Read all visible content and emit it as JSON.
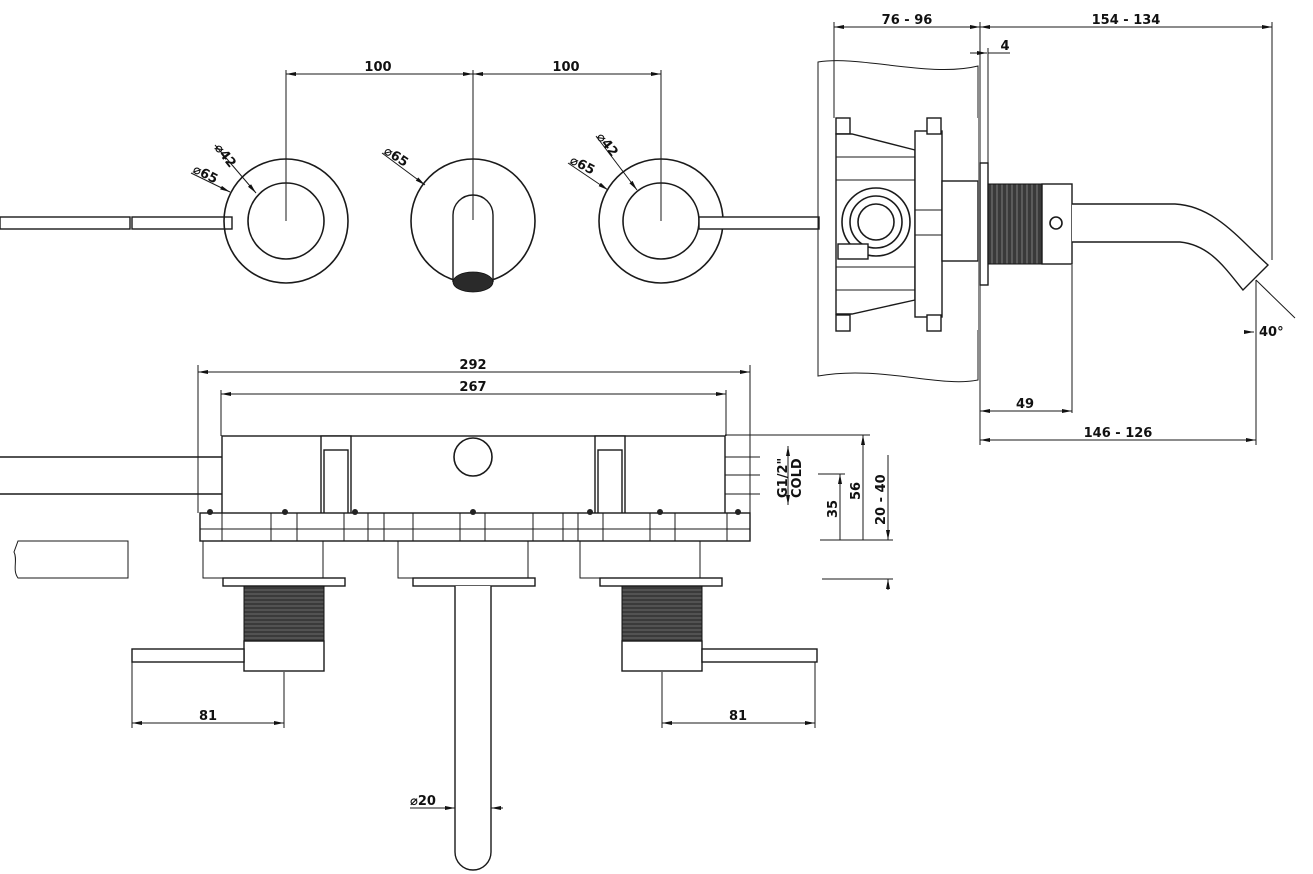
{
  "drawing": {
    "title": "Wall-mounted 3-hole basin mixer technical drawing",
    "views": [
      "front-view",
      "side-section-view",
      "top-section-view"
    ]
  },
  "front_view": {
    "spacing_left": "100",
    "spacing_right": "100",
    "left_handle": {
      "outer_diameter": "⌀65",
      "inner_diameter": "⌀42"
    },
    "spout": {
      "rosette_diameter": "⌀65"
    },
    "right_handle": {
      "outer_diameter": "⌀65",
      "inner_diameter": "⌀42"
    }
  },
  "side_view": {
    "wall_depth": "76 - 96",
    "spout_projection_top": "154 - 134",
    "rosette_thickness": "4",
    "handle_offset": "49",
    "spout_projection_bottom": "146 - 126",
    "spout_angle": "40°"
  },
  "top_view": {
    "overall_width": "292",
    "body_width": "267",
    "connection_label": "G1/2\"",
    "connection_sub": "COLD",
    "height_35": "35",
    "height_56": "56",
    "wall_adjust": "20 - 40",
    "lever_left": "81",
    "lever_right": "81",
    "spout_diameter": "⌀20"
  },
  "colors": {
    "line": "#1a1a1a",
    "background": "#ffffff",
    "thread": "#2a2a2a"
  }
}
